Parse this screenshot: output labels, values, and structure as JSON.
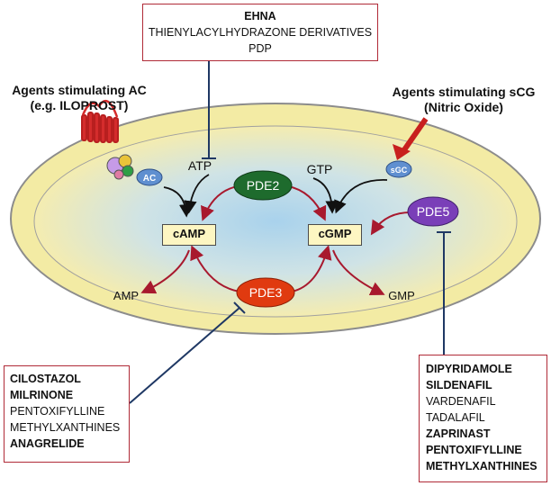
{
  "inhibitor_boxes": {
    "top": [
      {
        "text": "EHNA",
        "bold": true
      },
      {
        "text": "THIENYLACYLHYDRAZONE DERIVATIVES",
        "bold": false
      },
      {
        "text": "PDP",
        "bold": false
      }
    ],
    "bottom_left": [
      {
        "text": "CILOSTAZOL",
        "bold": true
      },
      {
        "text": "MILRINONE",
        "bold": true
      },
      {
        "text": "PENTOXIFYLLINE",
        "bold": false
      },
      {
        "text": "METHYLXANTHINES",
        "bold": false
      },
      {
        "text": "ANAGRELIDE",
        "bold": true
      }
    ],
    "bottom_right": [
      {
        "text": "DIPYRIDAMOLE",
        "bold": true
      },
      {
        "text": "SILDENAFIL",
        "bold": true
      },
      {
        "text": "VARDENAFIL",
        "bold": false
      },
      {
        "text": "TADALAFIL",
        "bold": false
      },
      {
        "text": "ZAPRINAST",
        "bold": true
      },
      {
        "text": "PENTOXIFYLLINE",
        "bold": true
      },
      {
        "text": "METHYLXANTHINES",
        "bold": true
      }
    ]
  },
  "labels": {
    "ac_agents": [
      "Agents stimulating AC",
      "(e.g. ILOPROST)"
    ],
    "sgc_agents": [
      "Agents stimulating  sCG",
      "(Nitric Oxide)"
    ]
  },
  "nodes": {
    "ac": "AC",
    "sgc": "sGC",
    "atp": "ATP",
    "gtp": "GTP",
    "camp": "cAMP",
    "cgmp": "cGMP",
    "amp": "AMP",
    "gmp": "GMP",
    "pde2": "PDE2",
    "pde3": "PDE3",
    "pde5": "PDE5"
  },
  "colors": {
    "arrow_red": "#a8192e",
    "inhibitor_line": "#1f3864",
    "pde2": "#1e6b2d",
    "pde3": "#e03a10",
    "pde5": "#7a3fb8",
    "receptor": "#d42c2c",
    "node_fill": "#fdf6c2"
  }
}
